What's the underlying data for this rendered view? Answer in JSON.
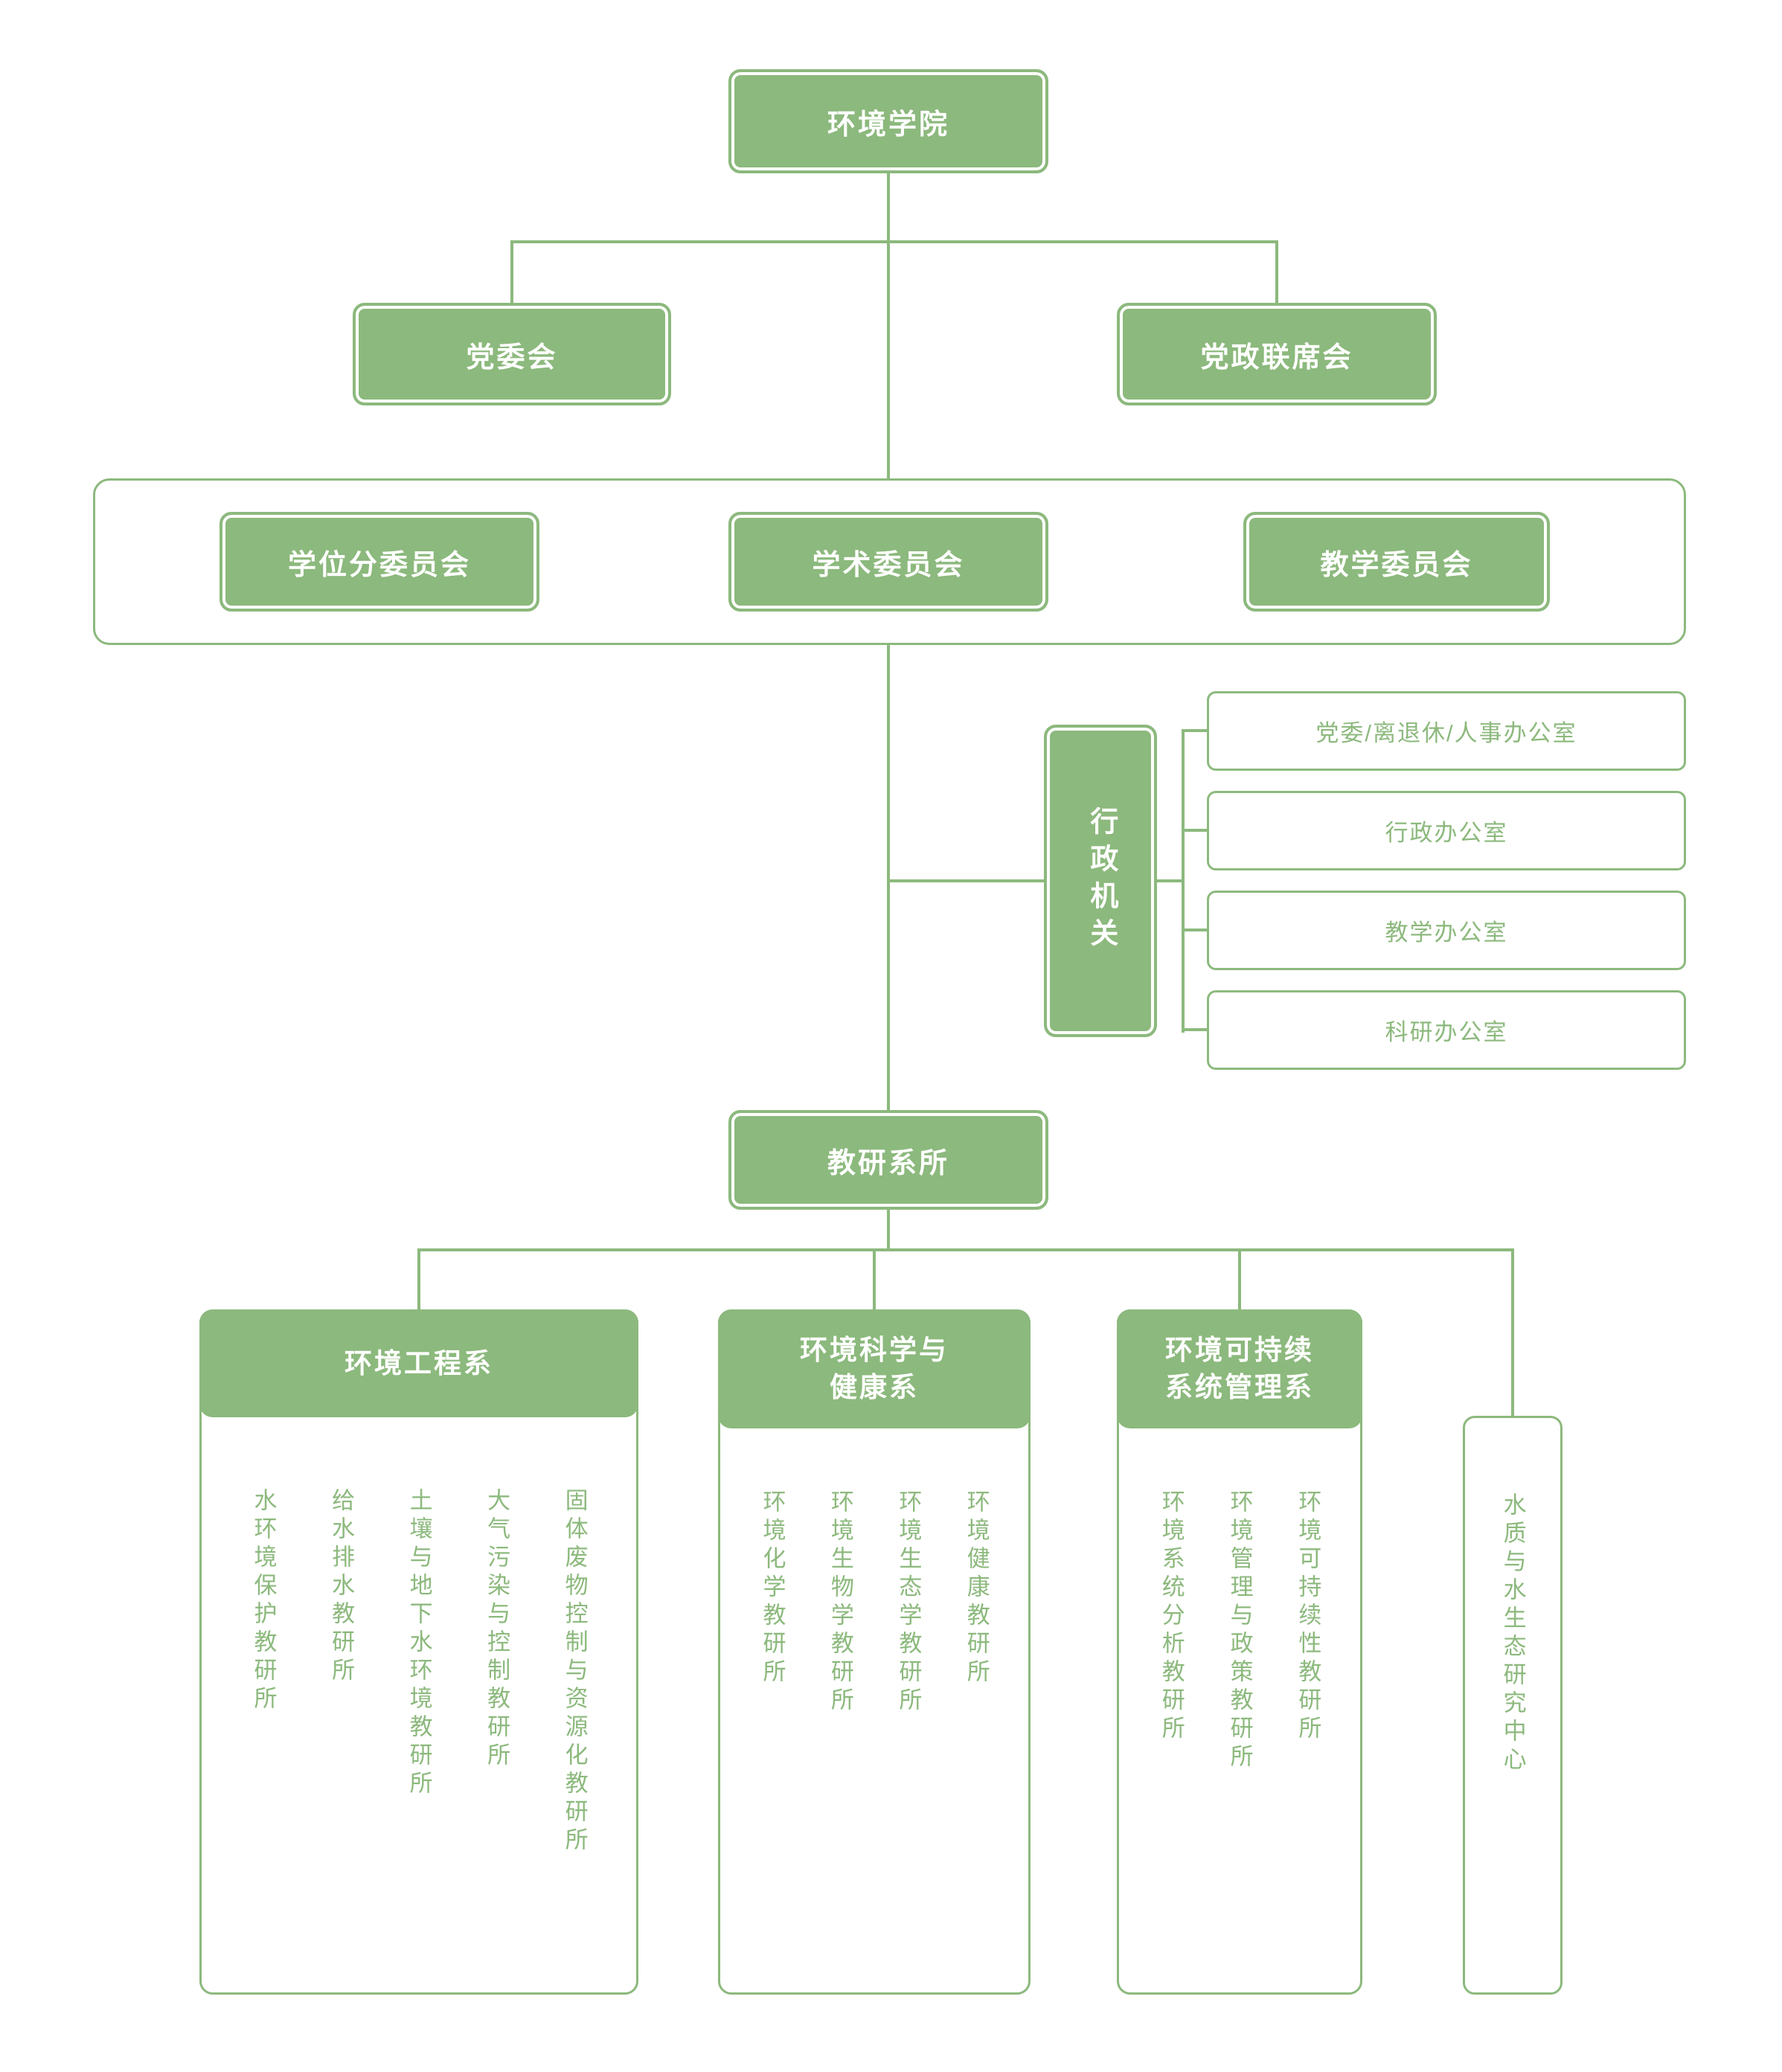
{
  "palette": {
    "green": "#8cb97d",
    "background": "#ffffff",
    "node_text": "#ffffff"
  },
  "root": {
    "label": "环境学院"
  },
  "boards": {
    "party": "党委会",
    "joint": "党政联席会"
  },
  "committees": {
    "degree": "学位分委员会",
    "academic": "学术委员会",
    "teaching": "教学委员会"
  },
  "admin": {
    "label": "行政机关",
    "offices": [
      "党委/离退休/人事办公室",
      "行政办公室",
      "教学办公室",
      "科研办公室"
    ]
  },
  "faculty": {
    "label": "教研系所"
  },
  "departments": [
    {
      "title_lines": [
        "环境工程系"
      ],
      "units": [
        "水环境保护教研所",
        "给水排水教研所",
        "土壤与地下水环境教研所",
        "大气污染与控制教研所",
        "固体废物控制与资源化教研所"
      ]
    },
    {
      "title_lines": [
        "环境科学与",
        "健康系"
      ],
      "units": [
        "环境化学教研所",
        "环境生物学教研所",
        "环境生态学教研所",
        "环境健康教研所"
      ]
    },
    {
      "title_lines": [
        "环境可持续",
        "系统管理系"
      ],
      "units": [
        "环境系统分析教研所",
        "环境管理与政策教研所",
        "环境可持续性教研所"
      ]
    }
  ],
  "research_center": {
    "label": "水质与水生态研究中心"
  }
}
